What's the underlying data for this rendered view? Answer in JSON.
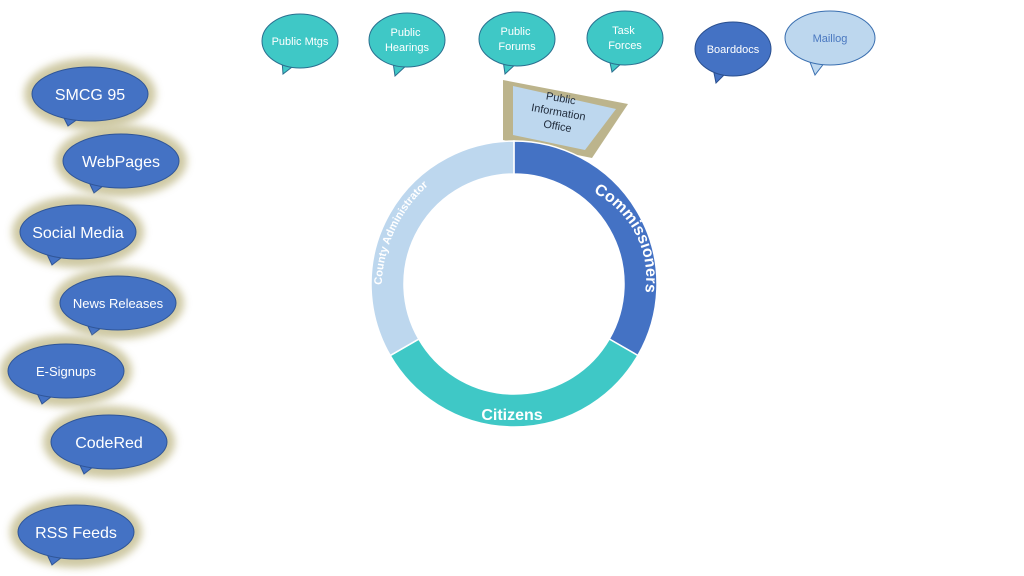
{
  "top_bubbles": [
    {
      "lines": [
        "Public Mtgs"
      ],
      "fill": "#3fc8c6",
      "text_color": "#ffffff",
      "stroke": "#2a6f8f"
    },
    {
      "lines": [
        "Public",
        "Hearings"
      ],
      "fill": "#3fc8c6",
      "text_color": "#ffffff",
      "stroke": "#2a6f8f"
    },
    {
      "lines": [
        "Public",
        "Forums"
      ],
      "fill": "#3fc8c6",
      "text_color": "#ffffff",
      "stroke": "#2a6f8f"
    },
    {
      "lines": [
        "Task",
        "Forces"
      ],
      "fill": "#3fc8c6",
      "text_color": "#ffffff",
      "stroke": "#2a6f8f"
    },
    {
      "lines": [
        "Boarddocs"
      ],
      "fill": "#4472c4",
      "text_color": "#ffffff",
      "stroke": "#2a4f8f"
    },
    {
      "lines": [
        "Maillog"
      ],
      "fill": "#bdd7ee",
      "text_color": "#4a78c0",
      "stroke": "#3a6fb0"
    }
  ],
  "left_bubbles": [
    {
      "label": "SMCG 95"
    },
    {
      "label": "WebPages"
    },
    {
      "label": "Social Media"
    },
    {
      "label": "News Releases"
    },
    {
      "label": "E-Signups"
    },
    {
      "label": "CodeRed"
    },
    {
      "label": "RSS Feeds"
    }
  ],
  "pio_box": {
    "lines": [
      "Public",
      "Information",
      "Office"
    ]
  },
  "ring": {
    "segments": [
      {
        "label": "Commissioners",
        "fraction": 0.3333,
        "fill": "#4472c4",
        "text_color": "#ffffff"
      },
      {
        "label": "Citizens",
        "fraction": 0.3333,
        "fill": "#3fc8c6",
        "text_color": "#ffffff"
      },
      {
        "label": "County Administrator",
        "fraction": 0.3333,
        "fill": "#bdd7ee",
        "text_color": "#ffffff"
      }
    ]
  },
  "colors": {
    "left_bubble_fill": "#4472c4",
    "left_bubble_glow": "#c9c39a",
    "pio_fill": "#bdd7ee",
    "pio_frame": "#bcb48c"
  }
}
